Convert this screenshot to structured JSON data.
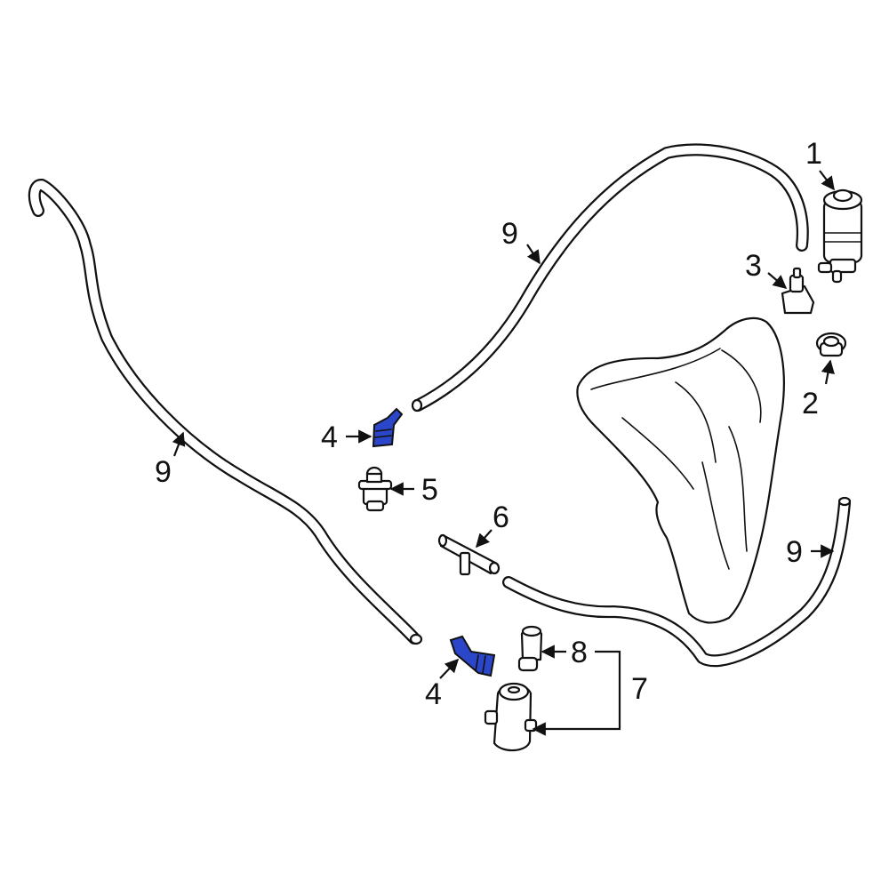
{
  "diagram": {
    "highlight_color": "#2b46c8",
    "callouts": [
      {
        "id": "1",
        "label": "1"
      },
      {
        "id": "2",
        "label": "2"
      },
      {
        "id": "3",
        "label": "3"
      },
      {
        "id": "4a",
        "label": "4"
      },
      {
        "id": "4b",
        "label": "4"
      },
      {
        "id": "5",
        "label": "5"
      },
      {
        "id": "6",
        "label": "6"
      },
      {
        "id": "7",
        "label": "7"
      },
      {
        "id": "8",
        "label": "8"
      },
      {
        "id": "9a",
        "label": "9"
      },
      {
        "id": "9b",
        "label": "9"
      },
      {
        "id": "9c",
        "label": "9"
      }
    ]
  }
}
